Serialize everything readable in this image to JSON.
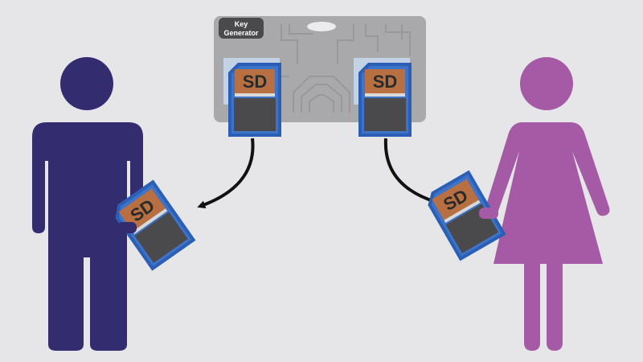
{
  "device": {
    "label_line1": "Key",
    "label_line2": "Generator",
    "color": "#a9a9ab",
    "trace_color": "#989899"
  },
  "card": {
    "text": "SD",
    "frame_color": "#2a5fb5",
    "body_color": "#4a4a4c",
    "label_color": "#b87043"
  },
  "people": {
    "man_color": "#332c6e",
    "woman_color": "#a45aa4"
  },
  "arrow_color": "#111111",
  "background": "#e6e6e8"
}
